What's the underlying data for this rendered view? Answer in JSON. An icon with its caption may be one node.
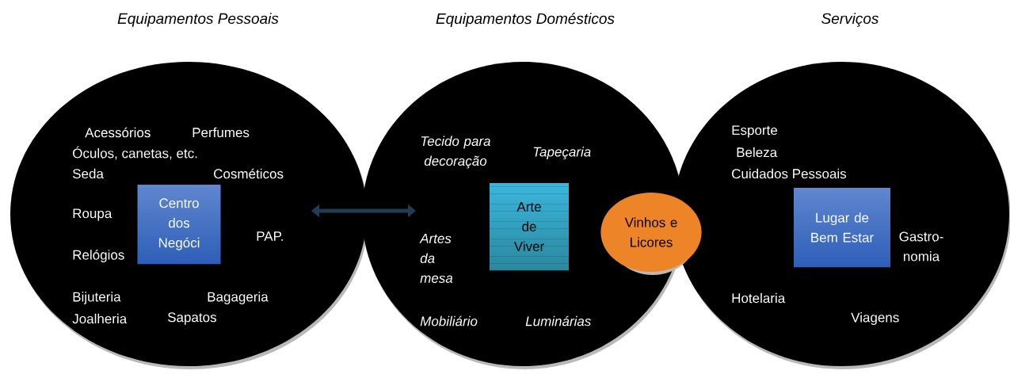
{
  "diagram": {
    "nodes": [
      {
        "text": [
          "Equipamentos Pessoais",
          "Acessórios",
          "Perfumes",
          "Óculos, canetas, etc.",
          "Seda",
          "Cosméticos",
          "Roupa",
          "PAP.",
          "Relógios",
          "Bijuteria",
          "Bagageria",
          "Joalheria",
          "Sapatos"
        ]
      },
      {
        "text": [
          "Centro dos Negóci"
        ],
        "in": 0
      },
      {
        "text": [
          "Equipamentos Domésticos",
          "Tecido para decoração",
          "Tapeçaria",
          "Artes da mesa",
          "Mobiliário",
          "Luminárias"
        ]
      },
      {
        "text": [
          "Arte de Viver"
        ],
        "in": 2
      },
      {
        "text": [
          "Serviços",
          "Esporte",
          "Beleza",
          "Cuidados Pessoais",
          "Gastro- nomia",
          "Hotelaria",
          "Viagens"
        ]
      },
      {
        "text": [
          "Lugar de Bem Estar"
        ],
        "in": 4
      },
      {
        "text": [
          "Vinhos e Licores"
        ]
      }
    ],
    "edges": [
      {
        "from": 0,
        "to": 2,
        "arrow": "both"
      }
    ]
  }
}
